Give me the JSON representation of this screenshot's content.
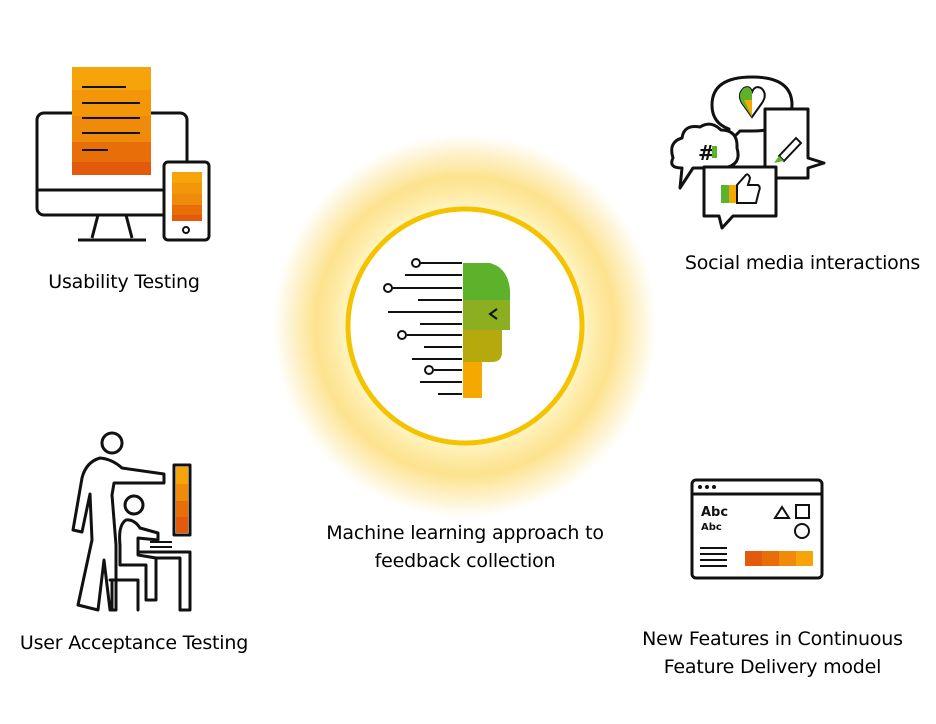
{
  "diagram": {
    "center": {
      "label_line1": "Machine learning approach to",
      "label_line2": "feedback collection",
      "icon": "ai-head-icon"
    },
    "nodes": {
      "usability": {
        "label": "Usability Testing",
        "icon": "monitor-phone-icon"
      },
      "social": {
        "label": "Social media interactions",
        "icon": "speech-bubbles-icon"
      },
      "uat": {
        "label": "User Acceptance Testing",
        "icon": "pointing-person-at-computer-icon"
      },
      "features": {
        "label_line1": "New Features in Continuous",
        "label_line2": "Feature Delivery model",
        "icon": "browser-window-icon"
      }
    },
    "screen_text": {
      "abc_large": "Abc",
      "abc_small": "Abc",
      "hash": "#"
    },
    "colors": {
      "yellow": "#F0AB00",
      "orange1": "#F7A30A",
      "orange2": "#F08A0B",
      "orange3": "#E86E0A",
      "orange4": "#E45A0C",
      "green1": "#5CB22B",
      "green2": "#8BAF20",
      "green3": "#B6A90E",
      "gold": "#F5A900",
      "ring": "#F5C200",
      "glow": "#FCD96A"
    }
  }
}
